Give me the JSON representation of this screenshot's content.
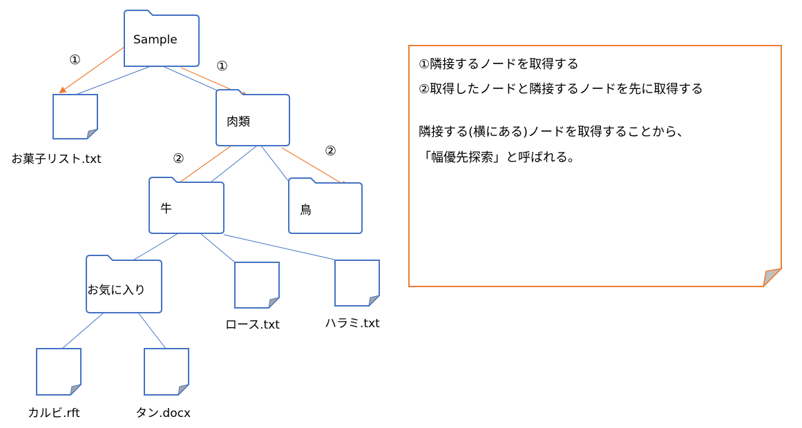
{
  "diagram": {
    "nodes": {
      "sample": "Sample",
      "okashi": "お菓子リスト.txt",
      "nikurui": "肉類",
      "gyu": "牛",
      "tori": "鳥",
      "okiniiri": "お気に入り",
      "rosu": "ロース.txt",
      "harami": "ハラミ.txt",
      "karubi": "カルビ.rft",
      "tan": "タン.docx"
    },
    "step_marks": {
      "step1_left": "①",
      "step1_right": "①",
      "step2_left": "②",
      "step2_right": "②"
    },
    "note": {
      "line1": "①隣接するノードを取得する",
      "line2": "②取得したノードと隣接するノードを先に取得する",
      "line3": "隣接する(横にある)ノードを取得することから、",
      "line4": "「幅優先探索」と呼ばれる。"
    },
    "colors": {
      "tree_line": "#4472c4",
      "arrow": "#ed7d31",
      "note_border": "#ed7d31",
      "page_fold": "#a6a6a6"
    }
  }
}
